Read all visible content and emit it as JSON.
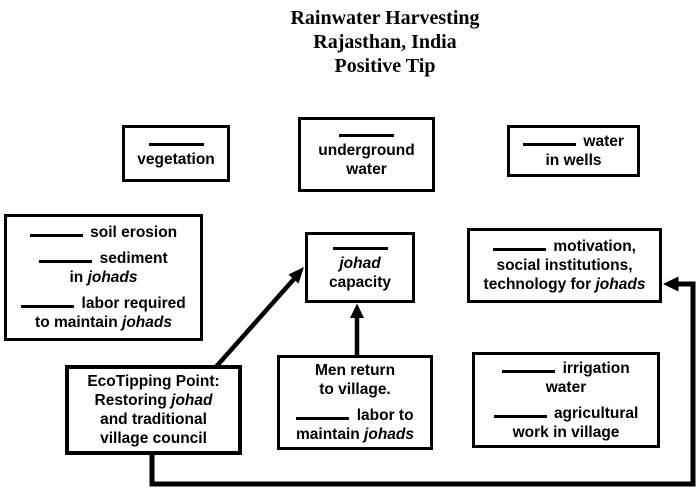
{
  "title": {
    "line1": "Rainwater Harvesting",
    "line2": "Rajasthan, India",
    "line3": "Positive Tip"
  },
  "nodes": {
    "vegetation": {
      "blank": true,
      "label": "vegetation"
    },
    "underground_water": {
      "blank": true,
      "line1": "underground",
      "line2": "water"
    },
    "water_in_wells": {
      "blank": true,
      "line1": "water",
      "line2": "in wells"
    },
    "soil_erosion": {
      "line1": "soil erosion",
      "line2": "sediment",
      "line3_plain": "in",
      "line3_italic": "johads",
      "line4": "labor required",
      "line5_plain": "to maintain",
      "line5_italic": "johads"
    },
    "johad_capacity": {
      "blank": true,
      "line1_italic": "johad",
      "line2": "capacity"
    },
    "motivation": {
      "line1": "motivation,",
      "line2": "social institutions,",
      "line3_plain": "technology for",
      "line3_italic": "johads"
    },
    "ecotipping_point": {
      "line1": "EcoTipping Point:",
      "line2_plain": "Restoring",
      "line2_italic": "johad",
      "line3": "and traditional",
      "line4": "village council"
    },
    "men_return": {
      "line1": "Men return",
      "line2": "to village.",
      "line3": "labor to",
      "line4_plain": "maintain",
      "line4_italic": "johads"
    },
    "irrigation": {
      "line1": "irrigation",
      "line2": "water",
      "line3": "agricultural",
      "line4": "work in village"
    }
  },
  "edges": [
    {
      "from": "ecotipping_point",
      "to": "johad_capacity",
      "type": "arrow",
      "route": "diagonal"
    },
    {
      "from": "men_return",
      "to": "johad_capacity",
      "type": "arrow",
      "route": "vertical"
    },
    {
      "from": "ecotipping_point",
      "to": "motivation",
      "type": "arrow",
      "route": "down-right-up"
    }
  ],
  "colors": {
    "ink": "#000000",
    "background": "#ffffff"
  }
}
